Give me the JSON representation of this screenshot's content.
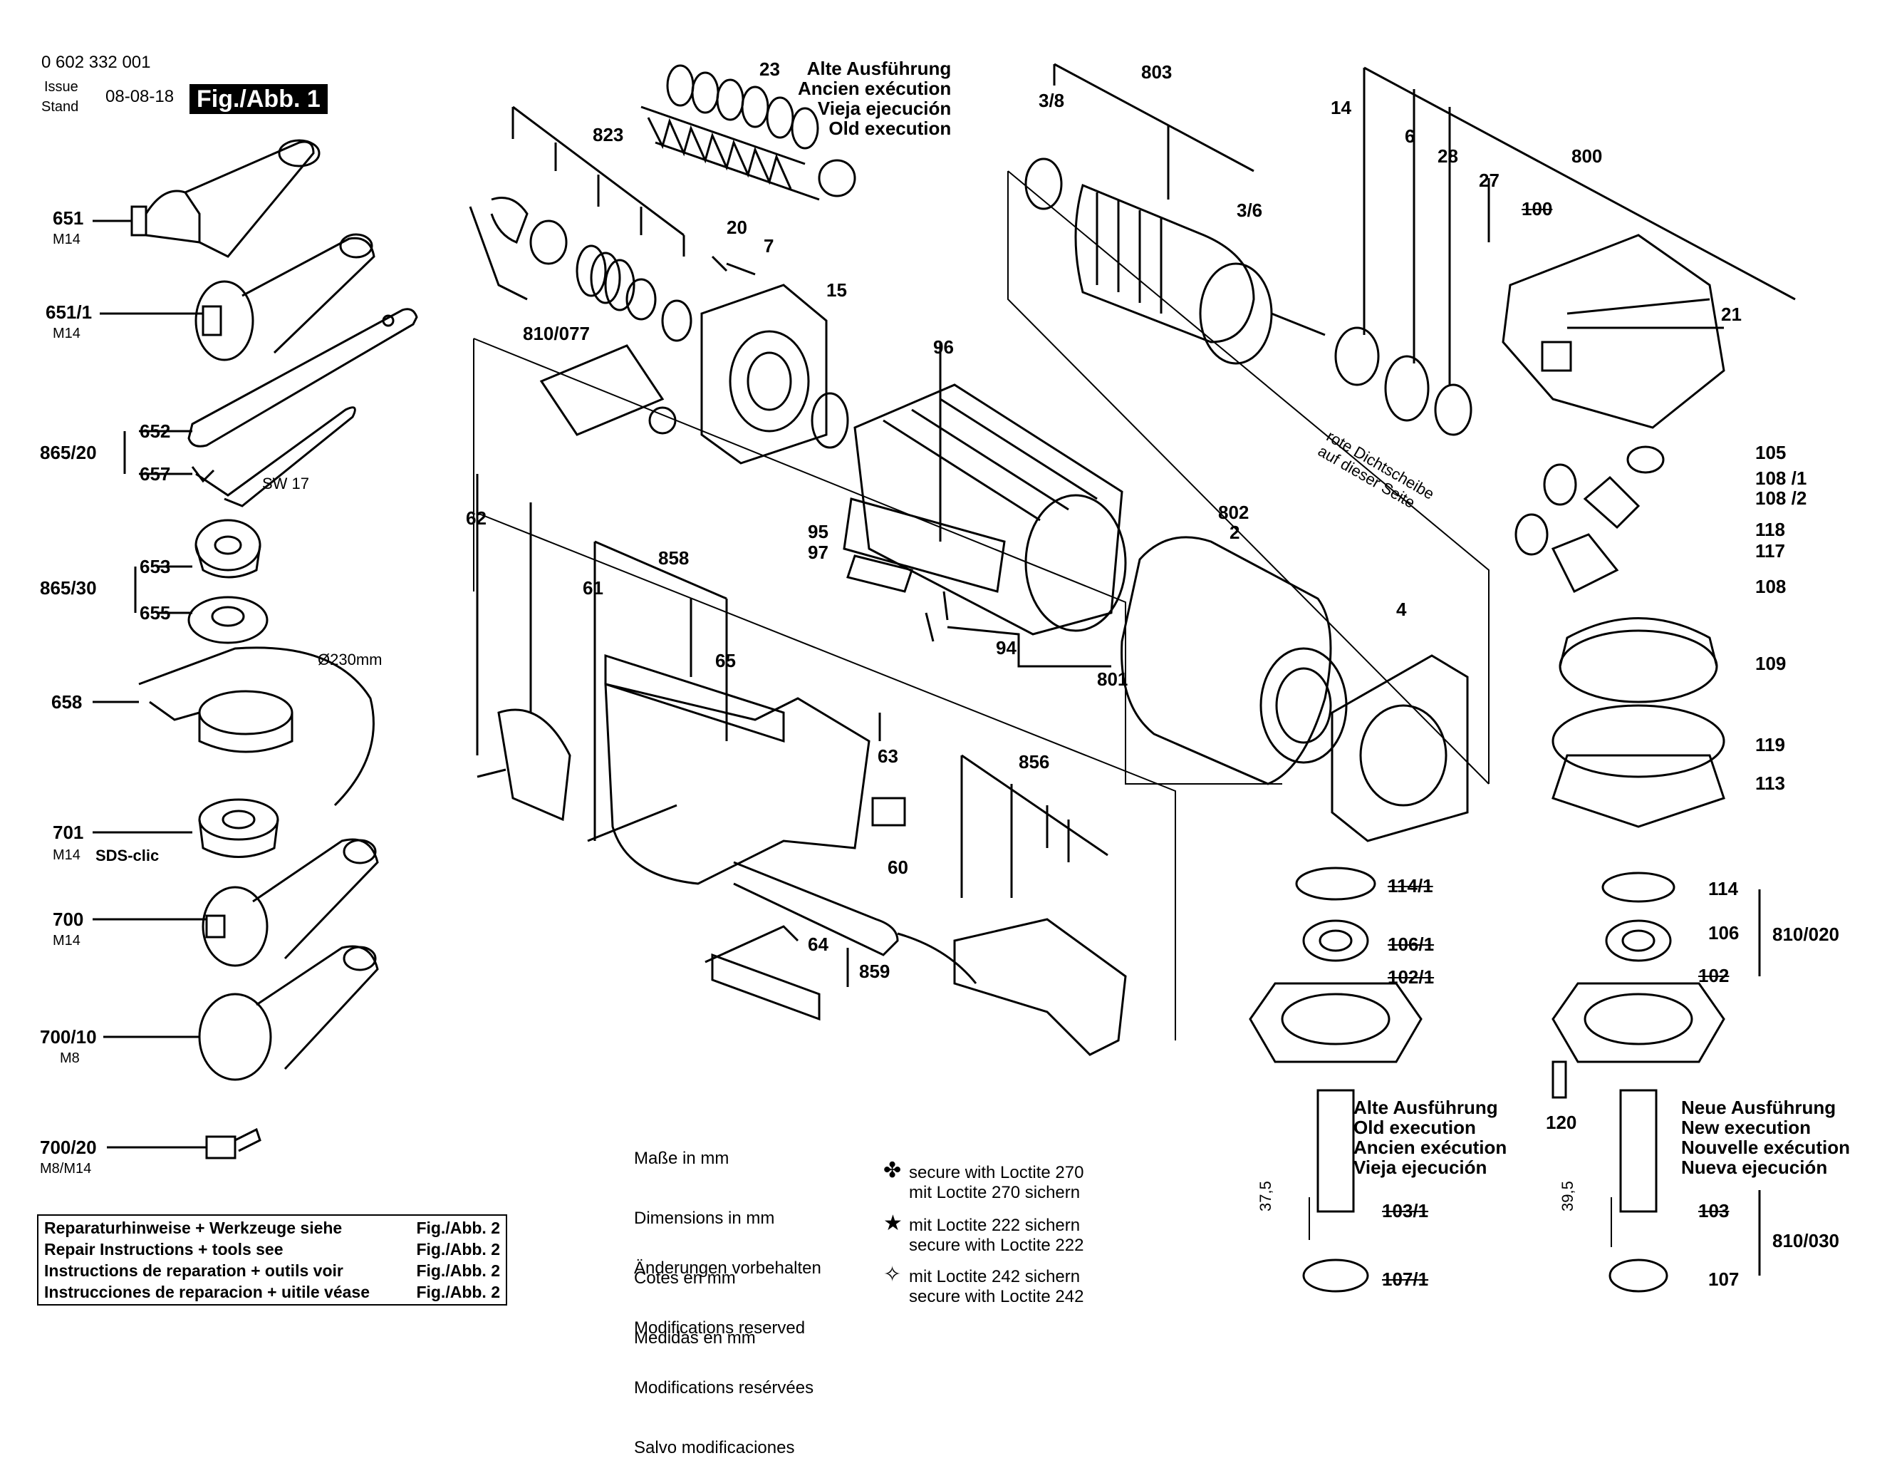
{
  "header": {
    "part_number": "0 602 332 001",
    "issue_label": "Issue",
    "stand_label": "Stand",
    "date": "08-08-18",
    "figure": "Fig./Abb. 1"
  },
  "old_execution_top": [
    "Alte Ausführung",
    "Ancien exécution",
    "Vieja ejecución",
    "Old execution"
  ],
  "labels_left": {
    "p651": "651",
    "p651_sub": "M14",
    "p651_1": "651/1",
    "p651_1_sub": "M14",
    "p652": "652",
    "p657": "657",
    "p865_20": "865/20",
    "sw17": "SW 17",
    "p653": "653",
    "p655": "655",
    "p865_30": "865/30",
    "dia": "Ø230mm",
    "p658": "658",
    "p701": "701",
    "p701_sub": "M14",
    "sdsclic": "SDS-clic",
    "p700": "700",
    "p700_sub": "M14",
    "p700_10": "700/10",
    "p700_10_sub": "M8",
    "p700_20": "700/20",
    "p700_20_sub": "M8/M14"
  },
  "labels_center": {
    "p23": "23",
    "p823": "823",
    "p20": "20",
    "p7": "7",
    "p15": "15",
    "p810_077": "810/077",
    "p96": "96",
    "p95": "95",
    "p97": "97",
    "p94": "94",
    "p801": "801",
    "p802": "802",
    "p2": "2",
    "p62": "62",
    "p61": "61",
    "p858": "858",
    "p65": "65",
    "p63": "63",
    "p856": "856",
    "p60": "60",
    "p64": "64",
    "p859": "859",
    "p4": "4"
  },
  "labels_right": {
    "p803": "803",
    "p3_8": "3/8",
    "p3_6": "3/6",
    "p14": "14",
    "p6": "6",
    "p28": "28",
    "p27": "27",
    "p800": "800",
    "p100": "100",
    "p21": "21",
    "p105": "105",
    "p108_1": "108 /1",
    "p108_2": "108 /2",
    "p118": "118",
    "p117": "117",
    "p108": "108",
    "p109": "109",
    "p119": "119",
    "p113": "113",
    "p114_1": "114/1",
    "p106_1": "106/1",
    "p102_1": "102/1",
    "p103_1": "103/1",
    "p107_1": "107/1",
    "p114": "114",
    "p106": "106",
    "p102": "102",
    "p810_020": "810/020",
    "p120": "120",
    "p103": "103",
    "p107": "107",
    "p810_030": "810/030",
    "dim37": "37,5",
    "dim39": "39,5"
  },
  "seal_note": "rote Dichtscheibe\nauf dieser Seite",
  "old_execution_bottom": [
    "Alte Ausführung",
    "Old execution",
    "Ancien exécution",
    "Vieja ejecución"
  ],
  "new_execution_bottom": [
    "Neue Ausführung",
    "New execution",
    "Nouvelle exécution",
    "Nueva ejecución"
  ],
  "dimensions_note": [
    "Maße in mm",
    "Dimensions in mm",
    "Cotes en mm",
    "Medidas en mm"
  ],
  "modifications_note": [
    "Änderungen vorbehalten",
    "Modifications reserved",
    "Modifications resérvées",
    "Salvo modificaciones"
  ],
  "loctite": [
    {
      "symbol": "✤",
      "text": "secure with Loctite 270\nmit Loctite 270 sichern"
    },
    {
      "symbol": "★",
      "text": "mit Loctite 222 sichern\nsecure with Loctite 222"
    },
    {
      "symbol": "✧",
      "text": "mit Loctite 242 sichern\nsecure with Loctite 242"
    }
  ],
  "repair_box": [
    {
      "text": "Reparaturhinweise + Werkzeuge siehe",
      "ref": "Fig./Abb. 2"
    },
    {
      "text": "Repair Instructions + tools see",
      "ref": "Fig./Abb. 2"
    },
    {
      "text": "Instructions de reparation + outils voir",
      "ref": "Fig./Abb. 2"
    },
    {
      "text": "Instrucciones de reparacion + uitile véase",
      "ref": "Fig./Abb. 2"
    }
  ]
}
